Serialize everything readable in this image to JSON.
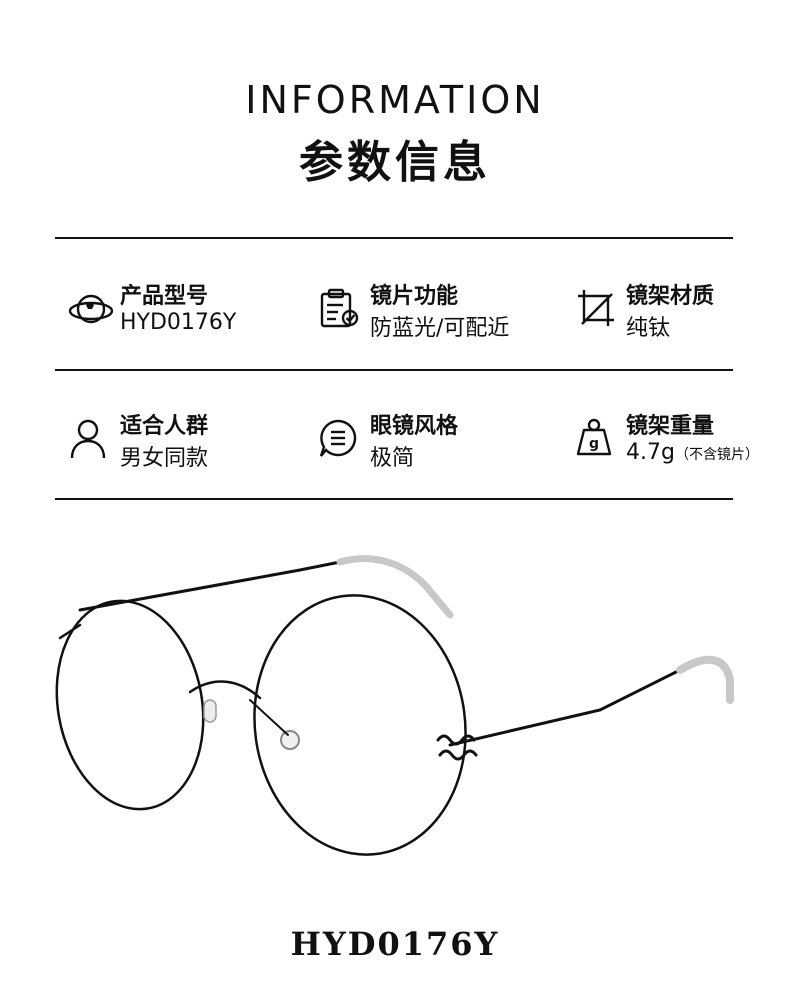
{
  "header": {
    "title_en": "INFORMATION",
    "title_cn": "参数信息"
  },
  "specs": [
    {
      "icon": "planet-icon",
      "label": "产品型号",
      "value": "HYD0176Y"
    },
    {
      "icon": "clipboard-check-icon",
      "label": "镜片功能",
      "value": "防蓝光/可配近"
    },
    {
      "icon": "crop-material-icon",
      "label": "镜架材质",
      "value": "纯钛"
    },
    {
      "icon": "person-icon",
      "label": "适合人群",
      "value": "男女同款"
    },
    {
      "icon": "chat-bubble-icon",
      "label": "眼镜风格",
      "value": "极简"
    },
    {
      "icon": "weight-icon",
      "label": "镜架重量",
      "value": "4.7g",
      "note": "（不含镜片）"
    }
  ],
  "weight_icon_letter": "g",
  "product": {
    "model": "HYD0176Y"
  },
  "colors": {
    "text": "#111111",
    "temple_tip": "#c8c8c8"
  }
}
